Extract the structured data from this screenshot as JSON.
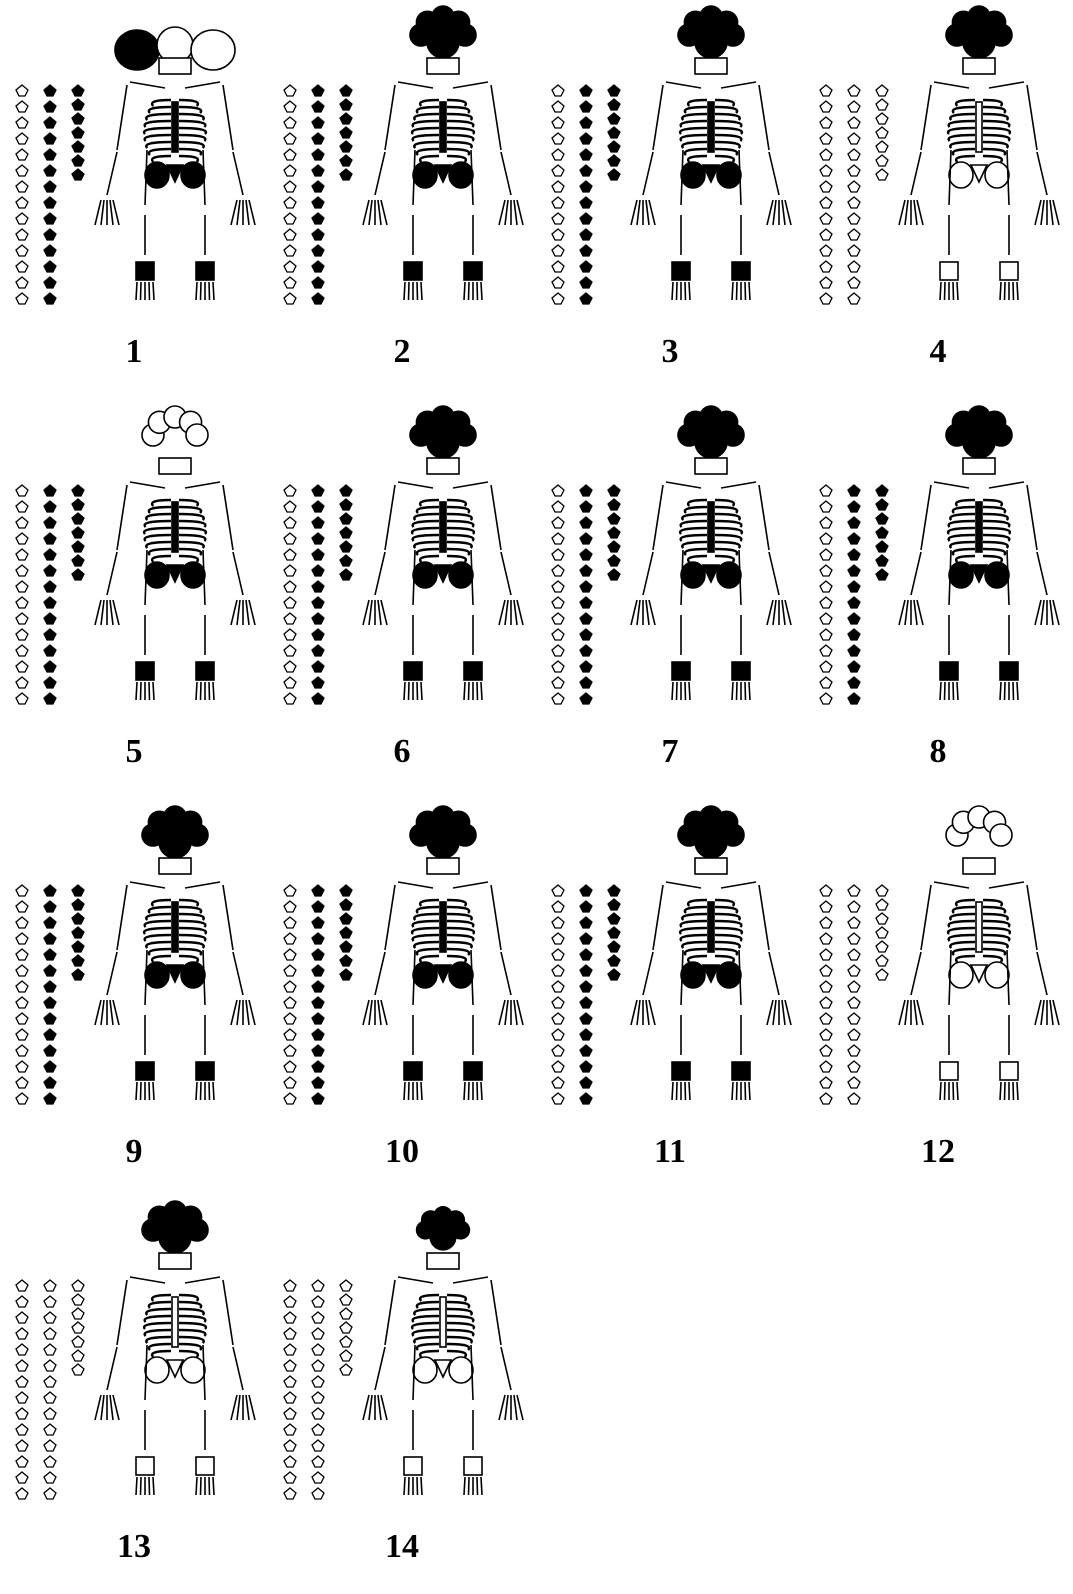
{
  "panels": [
    {
      "label": "1",
      "skull": "disarticulated",
      "vert_cols": 3,
      "fill": "mixed"
    },
    {
      "label": "2",
      "skull": "full",
      "vert_cols": 3,
      "fill": "dark"
    },
    {
      "label": "3",
      "skull": "full",
      "vert_cols": 3,
      "fill": "dark"
    },
    {
      "label": "4",
      "skull": "full",
      "vert_cols": 3,
      "fill": "light"
    },
    {
      "label": "5",
      "skull": "outline",
      "vert_cols": 3,
      "fill": "dark"
    },
    {
      "label": "6",
      "skull": "full",
      "vert_cols": 3,
      "fill": "dark"
    },
    {
      "label": "7",
      "skull": "full",
      "vert_cols": 3,
      "fill": "dark"
    },
    {
      "label": "8",
      "skull": "full",
      "vert_cols": 3,
      "fill": "dark"
    },
    {
      "label": "9",
      "skull": "full",
      "vert_cols": 3,
      "fill": "dark"
    },
    {
      "label": "10",
      "skull": "full",
      "vert_cols": 3,
      "fill": "dark"
    },
    {
      "label": "11",
      "skull": "full",
      "vert_cols": 3,
      "fill": "dark"
    },
    {
      "label": "12",
      "skull": "outline",
      "vert_cols": 3,
      "fill": "light"
    },
    {
      "label": "13",
      "skull": "full",
      "vert_cols": 3,
      "fill": "light"
    },
    {
      "label": "14",
      "skull": "small",
      "vert_cols": 3,
      "fill": "light"
    }
  ],
  "colors": {
    "ink": "#000000",
    "paper": "#ffffff"
  }
}
